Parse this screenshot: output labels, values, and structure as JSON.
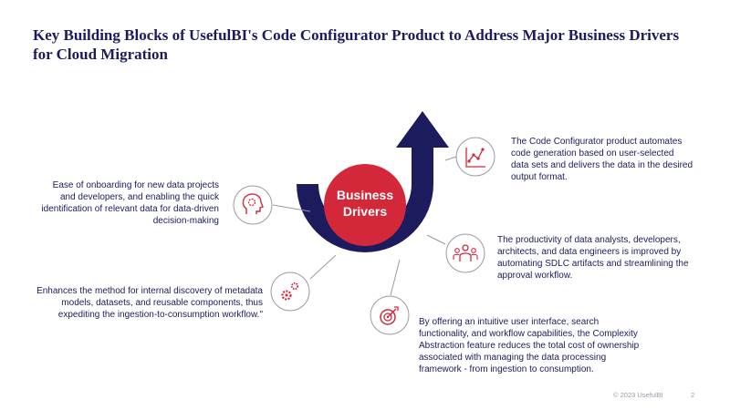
{
  "title": "Key Building Blocks of UsefulBI's Code Configurator Product to Address Major Business Drivers for Cloud Migration",
  "hub": {
    "line1": "Business",
    "line2": "Drivers"
  },
  "drivers": [
    {
      "icon": "head-gear-icon",
      "text": "Ease of onboarding for new data projects and developers, and enabling the quick identification of relevant data for data-driven decision-making"
    },
    {
      "icon": "gears-icon",
      "text": "Enhances the method for internal discovery of metadata models, datasets, and reusable components, thus expediting the ingestion-to-consumption workflow.\""
    },
    {
      "icon": "target-icon",
      "text": "By offering an intuitive user interface, search functionality, and workflow capabilities, the Complexity Abstraction feature reduces the total cost of ownership associated with managing the data processing framework - from ingestion to consumption."
    },
    {
      "icon": "team-icon",
      "text": "The productivity of data analysts, developers, architects, and data engineers is improved by automating SDLC artifacts and streamlining the approval workflow."
    },
    {
      "icon": "chart-icon",
      "text": "The Code Configurator product automates code generation based on user-selected data sets and delivers the data in the desired output format."
    }
  ],
  "footer": {
    "copyright": "© 2023 UsefulBI",
    "page": "2"
  },
  "colors": {
    "navy": "#1b1b5e",
    "red": "#d2283a",
    "gray_line": "#9a9aa8"
  }
}
